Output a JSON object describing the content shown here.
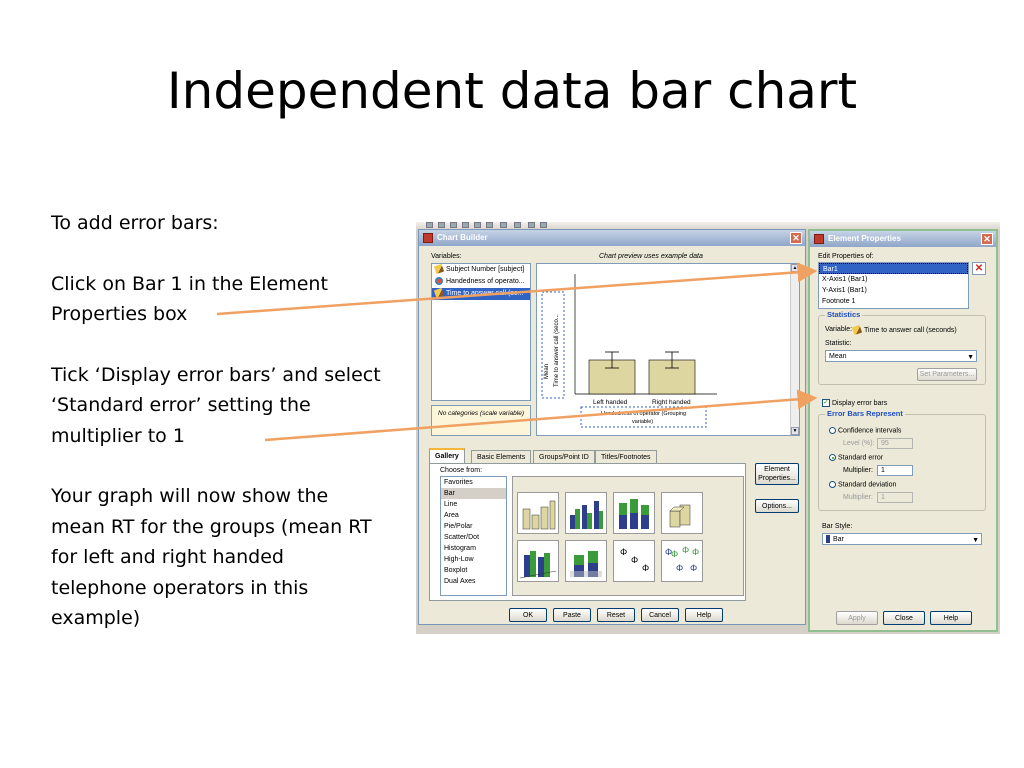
{
  "slide": {
    "title": "Independent data bar chart",
    "instructions": [
      "To add error bars:",
      "Click on Bar 1 in the Element Properties box",
      "Tick ‘Display error bars’ and select ‘Standard error’ setting the multiplier to 1",
      "Your graph will now show the mean RT for the groups (mean RT for left and right handed telephone operators in this example)"
    ]
  },
  "chart_builder": {
    "title": "Chart Builder",
    "variables_label": "Variables:",
    "variables": [
      "Subject Number [subject]",
      "Handedness of operato...",
      "Time to answer call (se..."
    ],
    "no_categories": "No categories (scale variable)",
    "preview_caption": "Chart preview uses example data",
    "y_axis_label": "Mean\nTime to answer call (seco...",
    "categories": [
      "Left handed",
      "Right handed"
    ],
    "grouping_label": "Handedness of operator (Grouping variable)",
    "tabs": [
      "Gallery",
      "Basic Elements",
      "Groups/Point ID",
      "Titles/Footnotes"
    ],
    "choose_from_label": "Choose from:",
    "gallery_types": [
      "Favorites",
      "Bar",
      "Line",
      "Area",
      "Pie/Polar",
      "Scatter/Dot",
      "Histogram",
      "High-Low",
      "Boxplot",
      "Dual Axes"
    ],
    "selected_type": "Bar",
    "side_buttons": [
      "Element Properties...",
      "Options..."
    ],
    "bottom_buttons": [
      "OK",
      "Paste",
      "Reset",
      "Cancel",
      "Help"
    ]
  },
  "element_properties": {
    "title": "Element Properties",
    "edit_label": "Edit Properties of:",
    "items": [
      "Bar1",
      "X-Axis1 (Bar1)",
      "Y-Axis1 (Bar1)",
      "Footnote 1"
    ],
    "selected_item": "Bar1",
    "statistics_title": "Statistics",
    "variable_label": "Variable:",
    "variable_value": "Time to answer call (seconds)",
    "statistic_label": "Statistic:",
    "statistic_value": "Mean",
    "set_parameters": "Set Parameters...",
    "display_error_bars": "Display error bars",
    "display_error_bars_checked": true,
    "error_bars_title": "Error Bars Represent",
    "confidence_label": "Confidence intervals",
    "level_label": "Level (%):",
    "level_value": "95",
    "standard_error_label": "Standard error",
    "multiplier_label": "Multiplier:",
    "multiplier_value": "1",
    "std_dev_label": "Standard deviation",
    "multiplier2_label": "Multiplier:",
    "multiplier2_value": "1",
    "bar_style_label": "Bar Style:",
    "bar_style_value": "Bar",
    "buttons": [
      "Apply",
      "Close",
      "Help"
    ]
  },
  "colors": {
    "arrow": "#f0a060",
    "bar_fill": "#ded6a0",
    "titlebar": "#8fa6c9",
    "selection": "#3163c5",
    "group_title": "#1f4fbf"
  }
}
